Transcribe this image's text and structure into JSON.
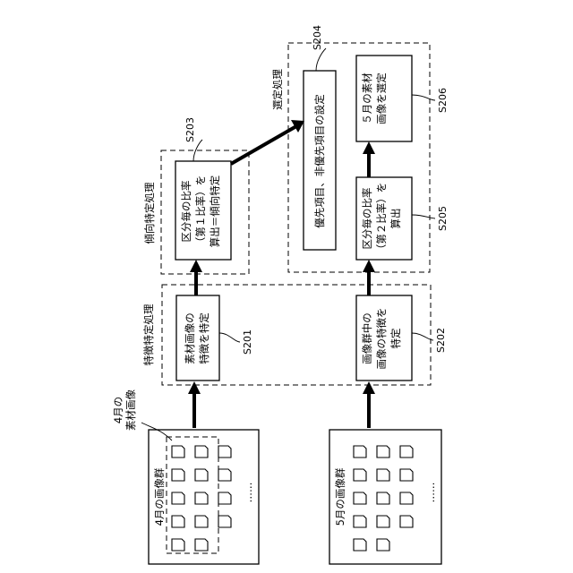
{
  "images_april": {
    "label": "4月の画像群",
    "ellipsis": "……"
  },
  "images_may": {
    "label": "5月の画像群",
    "ellipsis": "……"
  },
  "material_label": {
    "line1": "4月の",
    "line2": "素材画像"
  },
  "group_feature": {
    "label": "特徴特定処理"
  },
  "group_tendency": {
    "label": "傾向特定処理"
  },
  "group_selection": {
    "label": "選定処理"
  },
  "s201": {
    "step": "S201",
    "line1": "素材画像の",
    "line2": "特徴を特定"
  },
  "s202": {
    "step": "S202",
    "line1": "画像群中の",
    "line2": "画像の特徴を",
    "line3": "特定"
  },
  "s203": {
    "step": "S203",
    "line1": "区分毎の比率",
    "line2": "（第１比率）を",
    "line3": "算出＝傾向特定"
  },
  "s204": {
    "step": "S204",
    "line1": "優先項目、非優先項目の設定"
  },
  "s205": {
    "step": "S205",
    "line1": "区分毎の比率",
    "line2": "（第２比率）を",
    "line3": "算出"
  },
  "s206": {
    "step": "S206",
    "line1": "５月の素材",
    "line2": "画像を選定"
  }
}
